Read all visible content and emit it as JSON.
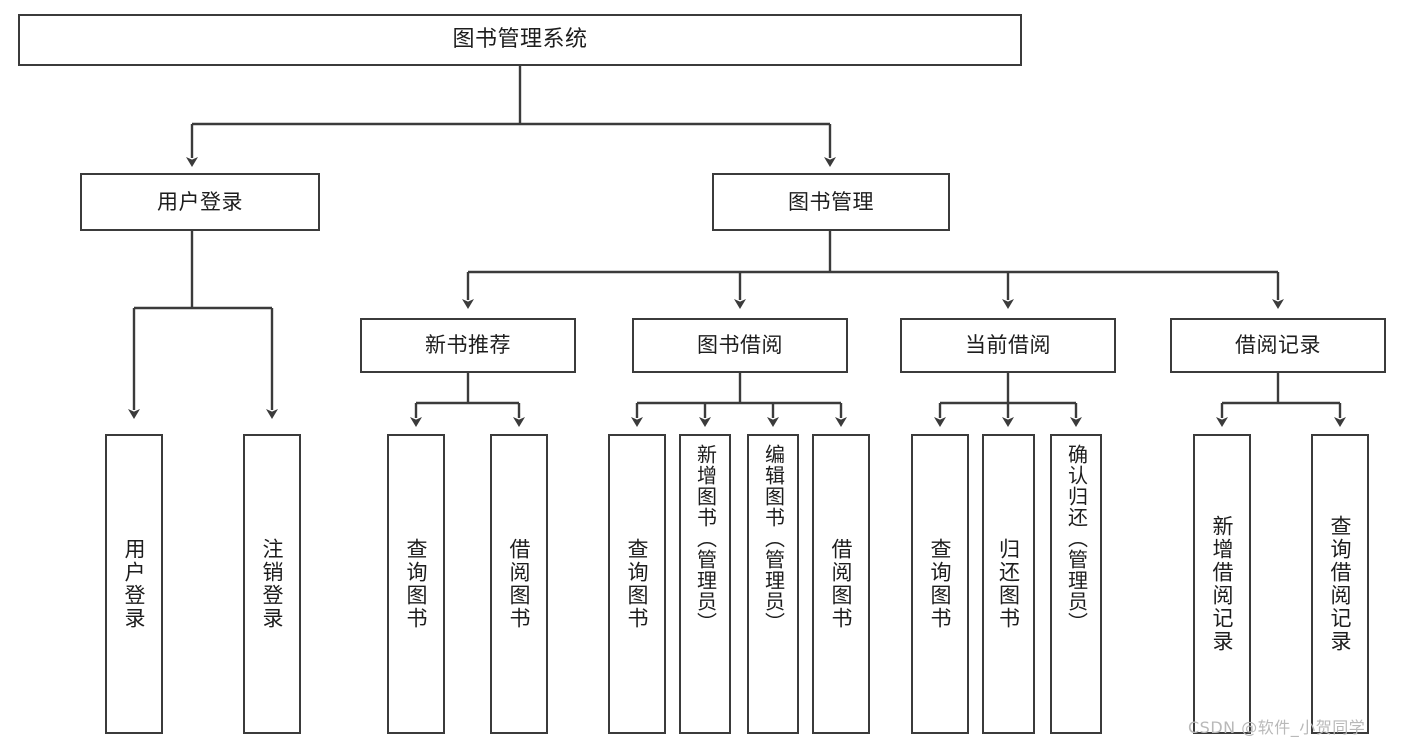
{
  "diagram": {
    "title": "图书管理系统",
    "type": "hierarchy-tree",
    "nodes": {
      "root": {
        "label": "图书管理系统",
        "level": 0
      },
      "level1": [
        {
          "id": "user-login",
          "label": "用户登录"
        },
        {
          "id": "book-manage",
          "label": "图书管理"
        }
      ],
      "level2": [
        {
          "id": "new-book-recommend",
          "label": "新书推荐"
        },
        {
          "id": "book-borrow",
          "label": "图书借阅"
        },
        {
          "id": "current-borrow",
          "label": "当前借阅"
        },
        {
          "id": "borrow-record",
          "label": "借阅记录"
        }
      ],
      "leaves": [
        {
          "id": "leaf-user-login",
          "label": "用户登录",
          "parent": "user-login"
        },
        {
          "id": "leaf-logout",
          "label": "注销登录",
          "parent": "user-login"
        },
        {
          "id": "leaf-query-book-1",
          "label": "查询图书",
          "parent": "new-book-recommend"
        },
        {
          "id": "leaf-borrow-book-1",
          "label": "借阅图书",
          "parent": "new-book-recommend"
        },
        {
          "id": "leaf-query-book-2",
          "label": "查询图书",
          "parent": "book-borrow"
        },
        {
          "id": "leaf-add-book",
          "label": "新增图书（管理员）",
          "parent": "book-borrow"
        },
        {
          "id": "leaf-edit-book",
          "label": "编辑图书（管理员）",
          "parent": "book-borrow"
        },
        {
          "id": "leaf-borrow-book-2",
          "label": "借阅图书",
          "parent": "book-borrow"
        },
        {
          "id": "leaf-query-book-3",
          "label": "查询图书",
          "parent": "current-borrow"
        },
        {
          "id": "leaf-return-book",
          "label": "归还图书",
          "parent": "current-borrow"
        },
        {
          "id": "leaf-confirm-return",
          "label": "确认归还（管理员）",
          "parent": "current-borrow"
        },
        {
          "id": "leaf-add-record",
          "label": "新增借阅记录",
          "parent": "borrow-record"
        },
        {
          "id": "leaf-query-record",
          "label": "查询借阅记录",
          "parent": "borrow-record"
        }
      ]
    },
    "colors": {
      "border": "#3b3b3b",
      "background": "#ffffff",
      "text": "#1d1d1d",
      "watermark": "#b9b9b9"
    }
  },
  "watermark": {
    "text": "CSDN @软件_小贺同学"
  }
}
